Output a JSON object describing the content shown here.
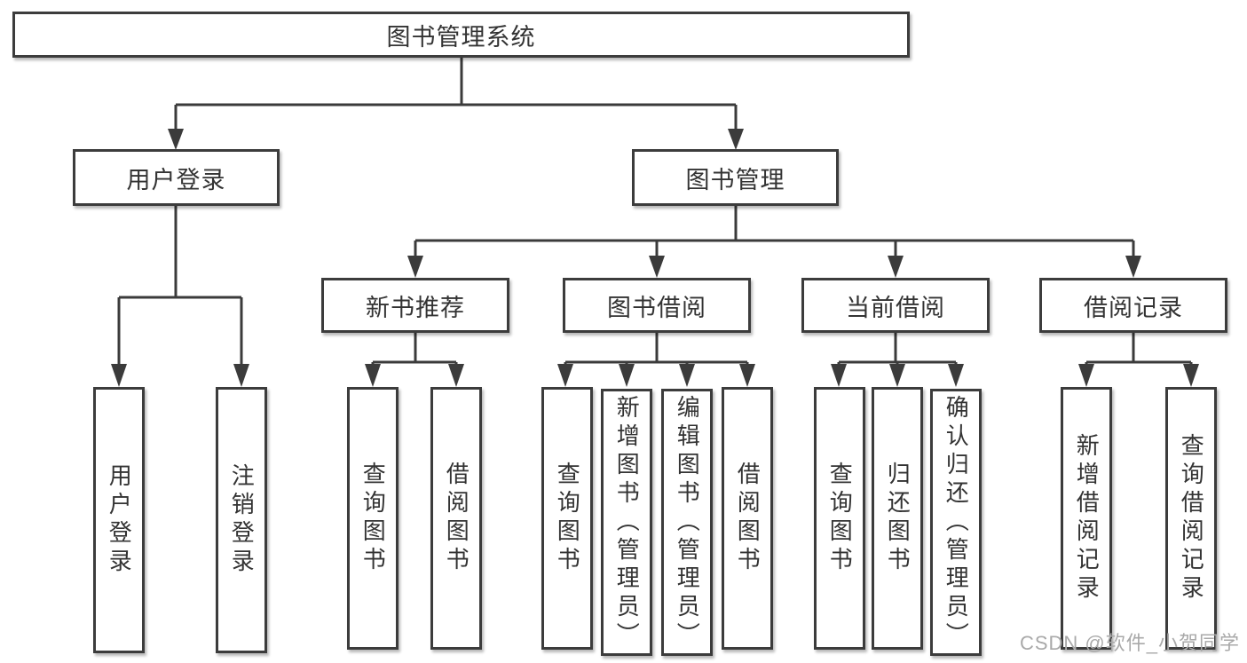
{
  "tree": {
    "root": {
      "label": "图书管理系统"
    },
    "level1": [
      {
        "label": "用户登录"
      },
      {
        "label": "图书管理"
      }
    ],
    "level2": [
      {
        "label": "新书推荐",
        "parent": "图书管理"
      },
      {
        "label": "图书借阅",
        "parent": "图书管理"
      },
      {
        "label": "当前借阅",
        "parent": "图书管理"
      },
      {
        "label": "借阅记录",
        "parent": "图书管理"
      }
    ],
    "leaves": [
      {
        "label": "用户登录",
        "parent": "用户登录"
      },
      {
        "label": "注销登录",
        "parent": "用户登录"
      },
      {
        "label": "查询图书",
        "parent": "新书推荐"
      },
      {
        "label": "借阅图书",
        "parent": "新书推荐"
      },
      {
        "label": "查询图书",
        "parent": "图书借阅"
      },
      {
        "label": "新增图书（管理员）",
        "parent": "图书借阅"
      },
      {
        "label": "编辑图书（管理员）",
        "parent": "图书借阅"
      },
      {
        "label": "借阅图书",
        "parent": "图书借阅"
      },
      {
        "label": "查询图书",
        "parent": "当前借阅"
      },
      {
        "label": "归还图书",
        "parent": "当前借阅"
      },
      {
        "label": "确认归还（管理员）",
        "parent": "当前借阅"
      },
      {
        "label": "新增借阅记录",
        "parent": "借阅记录"
      },
      {
        "label": "查询借阅记录",
        "parent": "借阅记录"
      }
    ]
  },
  "watermark": {
    "text": "CSDN @软件_小贺同学"
  },
  "colors": {
    "line": "#3b3b3b",
    "border": "#3c3c3c",
    "fill": "#ffffff",
    "text": "#333333",
    "watermark": "#a9a9a9",
    "background": "#ffffff"
  }
}
